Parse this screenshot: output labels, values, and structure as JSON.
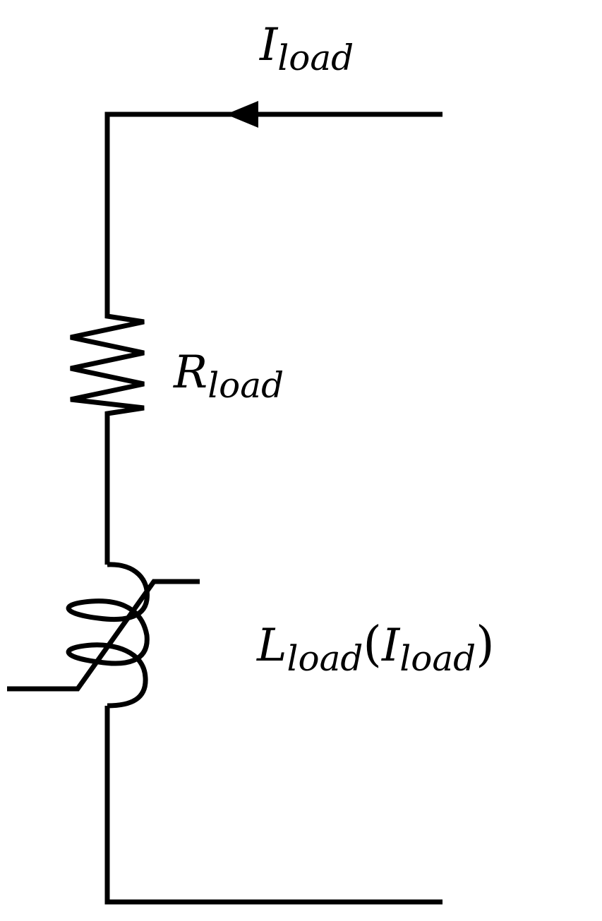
{
  "colors": {
    "stroke": "#000000",
    "background": "#ffffff"
  },
  "labels": {
    "current": {
      "main": "I",
      "sub": "load"
    },
    "resistor": {
      "main": "R",
      "sub": "load"
    },
    "inductor": {
      "main": "L",
      "sub": "load",
      "open": "(",
      "arg_main": "I",
      "arg_sub": "load",
      "close": ")"
    }
  },
  "components": [
    {
      "kind": "current-arrow",
      "direction": "left"
    },
    {
      "kind": "resistor"
    },
    {
      "kind": "nonlinear-inductor"
    }
  ]
}
